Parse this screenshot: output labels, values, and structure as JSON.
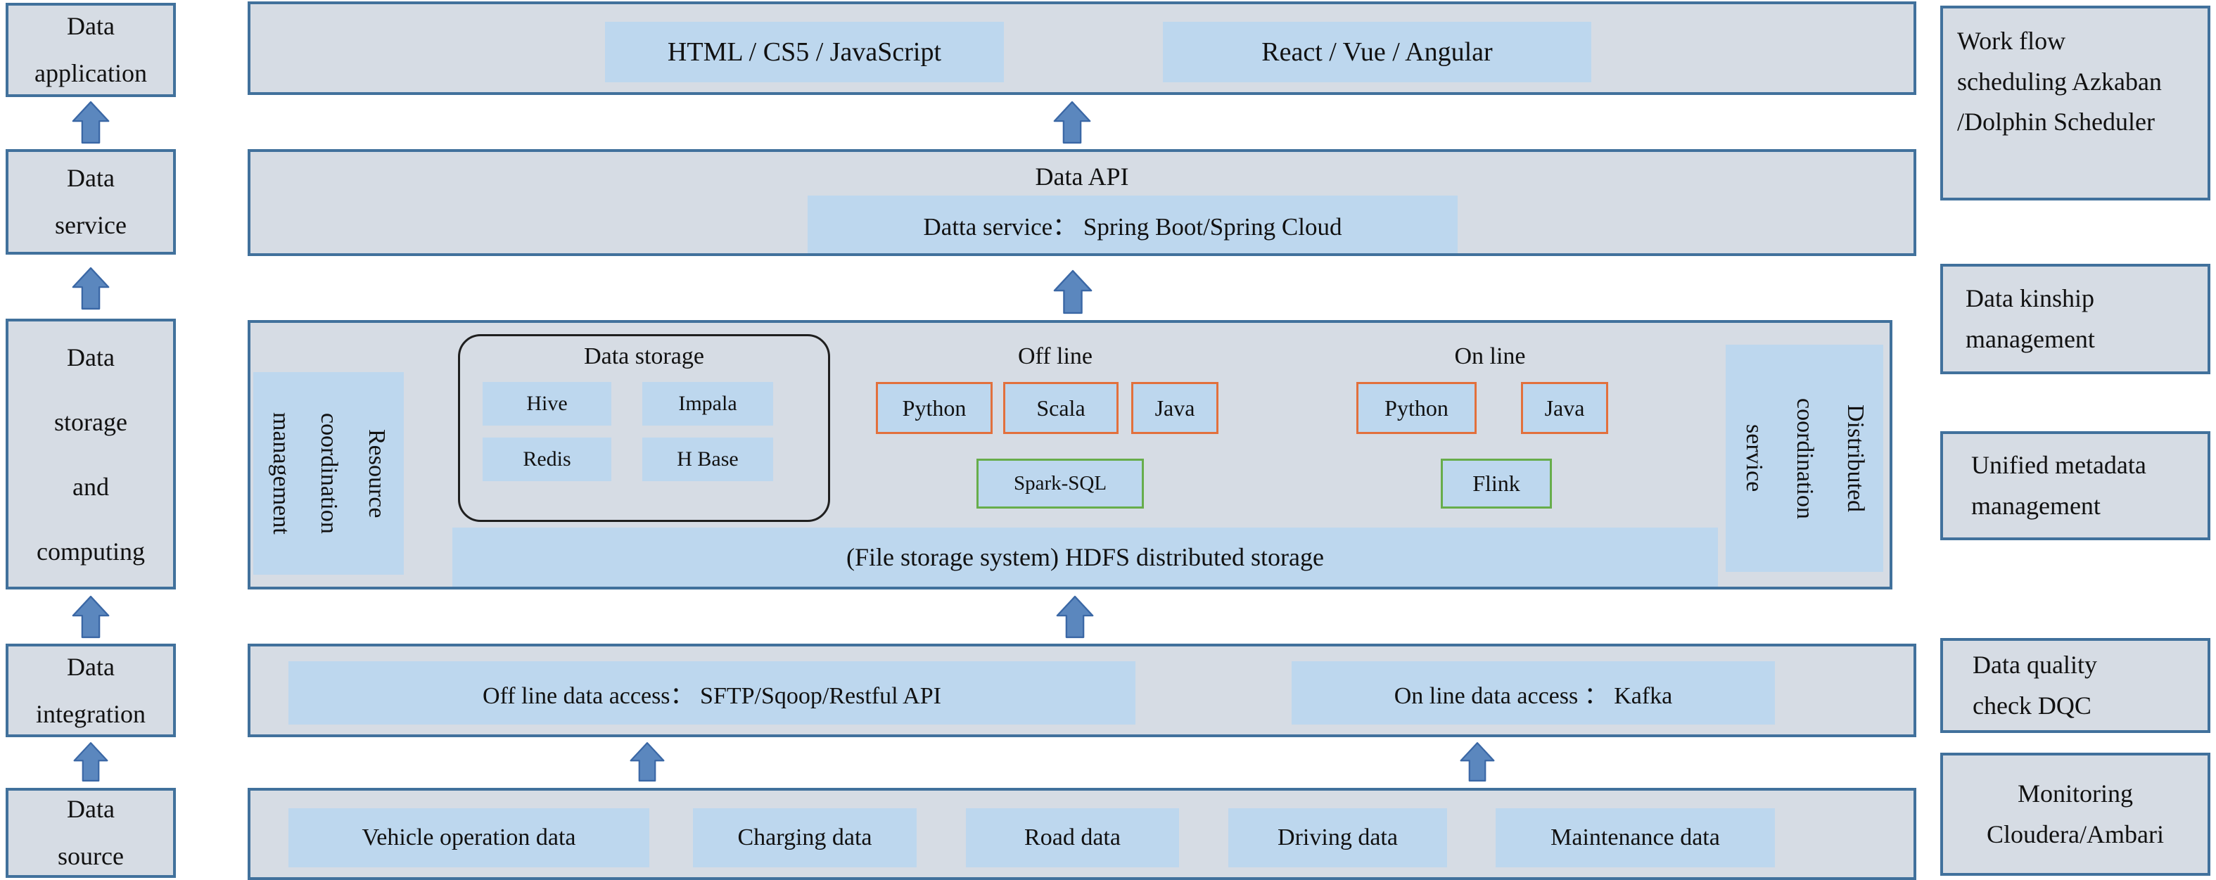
{
  "colors": {
    "box_fill": "#d6dce4",
    "box_border": "#41719c",
    "chip_fill": "#bdd7ee",
    "arrow_fill": "#5b87be",
    "arrow_stroke": "#3a67a5",
    "orange_border": "#e2703c",
    "green_border": "#67ad4b",
    "outline_black": "#1f1f1f"
  },
  "left": {
    "items": [
      "Data\napplication",
      "Data\nservice",
      "Data\nstorage\nand\ncomputing",
      "Data\nintegration",
      "Data\nsource"
    ]
  },
  "top": {
    "items": [
      "HTML / CS5 / JavaScript",
      "React / Vue / Angular"
    ]
  },
  "api": {
    "title": "Data API",
    "service": "Datta service： Spring Boot/Spring Cloud"
  },
  "platform": {
    "resource": "Resource\ncoordination\nmanagement",
    "storage": {
      "title": "Data storage",
      "items": [
        "Hive",
        "Impala",
        "Redis",
        "H Base"
      ]
    },
    "offline": {
      "title": "Off line",
      "langs": [
        "Python",
        "Scala",
        "Java"
      ],
      "engine": "Spark-SQL"
    },
    "online": {
      "title": "On line",
      "langs": [
        "Python",
        "Java"
      ],
      "engine": "Flink"
    },
    "distributed": "Distributed\ncoordination\nservice",
    "hdfs": "(File storage system) HDFS distributed storage"
  },
  "integration": {
    "offline": "Off line data access：  SFTP/Sqoop/Restful API",
    "online": "On line data access ： Kafka"
  },
  "source": {
    "items": [
      "Vehicle operation data",
      "Charging data",
      "Road data",
      "Driving data",
      "Maintenance data"
    ]
  },
  "right": {
    "items": [
      "Work flow\nscheduling Azkaban\n/Dolphin Scheduler",
      "Data kinship\nmanagement",
      "Unified metadata\nmanagement",
      "Data quality\ncheck DQC",
      "Monitoring\nCloudera/Ambari"
    ]
  }
}
